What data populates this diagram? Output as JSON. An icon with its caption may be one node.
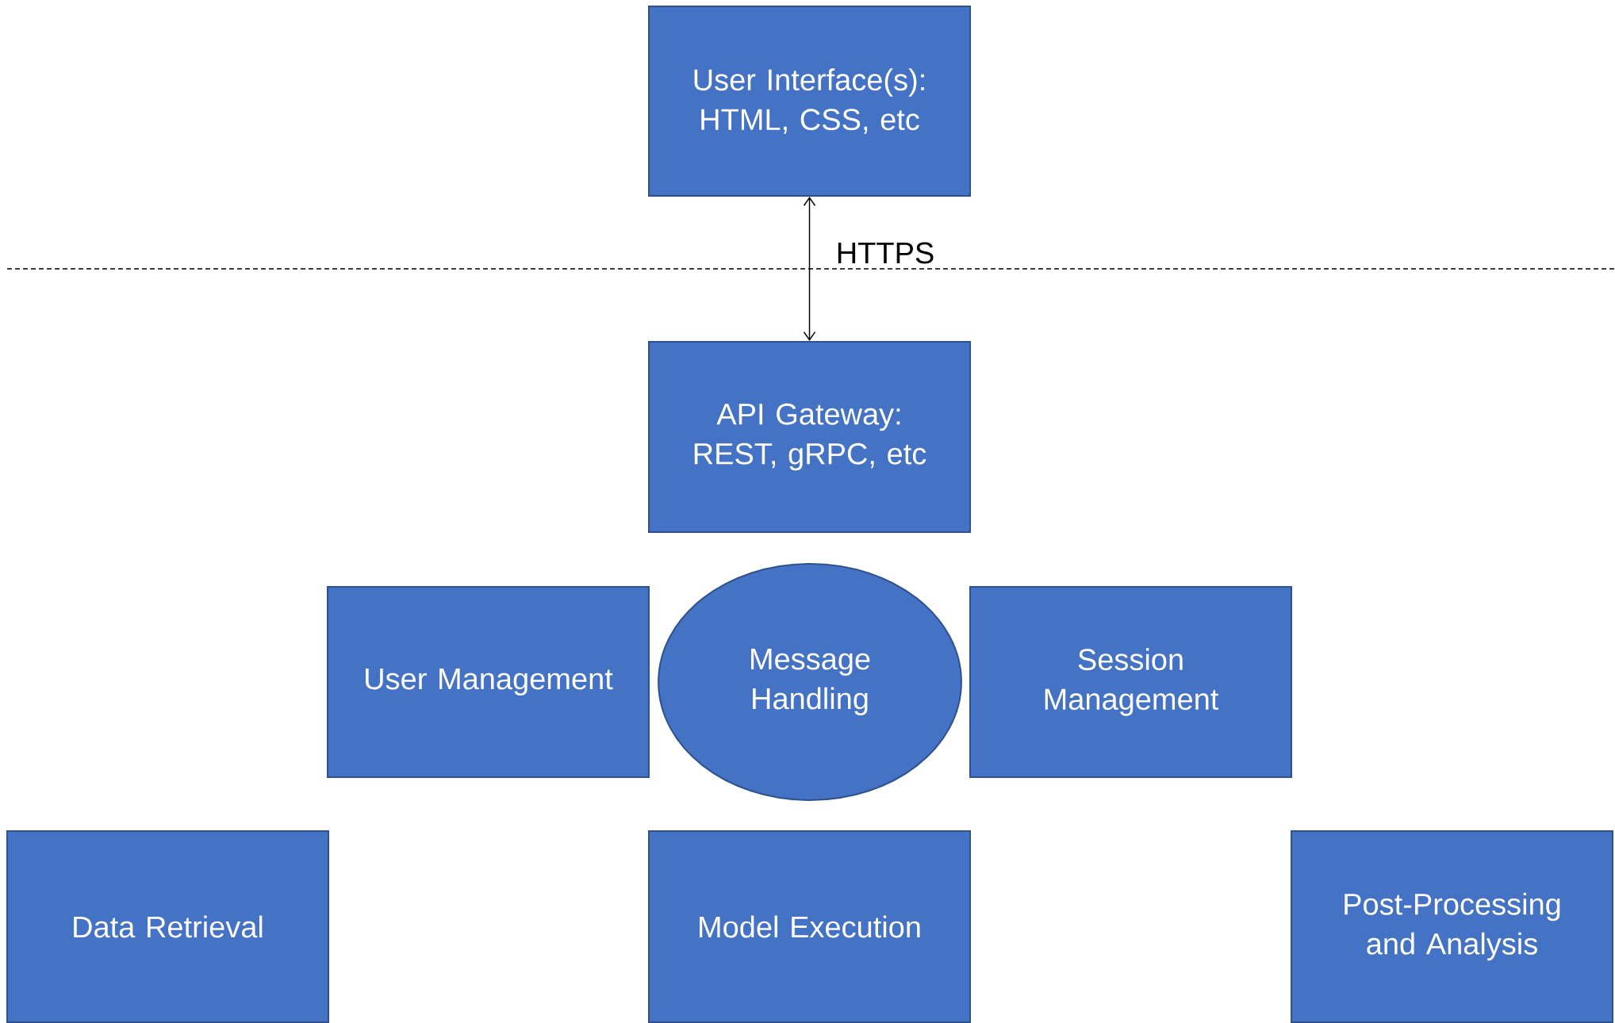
{
  "diagram": {
    "nodes": [
      {
        "text": [
          "User Interface(s): HTML, CSS, etc"
        ]
      },
      {
        "text": [
          "API Gateway: REST, gRPC, etc"
        ]
      },
      {
        "text": [
          "User Management"
        ]
      },
      {
        "text": [
          "Message Handling"
        ]
      },
      {
        "text": [
          "Session Management"
        ]
      },
      {
        "text": [
          "Data Retrieval"
        ]
      },
      {
        "text": [
          "Model Execution"
        ]
      },
      {
        "text": [
          "Post-Processing and Analysis"
        ]
      }
    ],
    "edges": [
      {
        "from": 0,
        "to": 1,
        "arrow": "both",
        "label": "HTTPS"
      }
    ]
  }
}
